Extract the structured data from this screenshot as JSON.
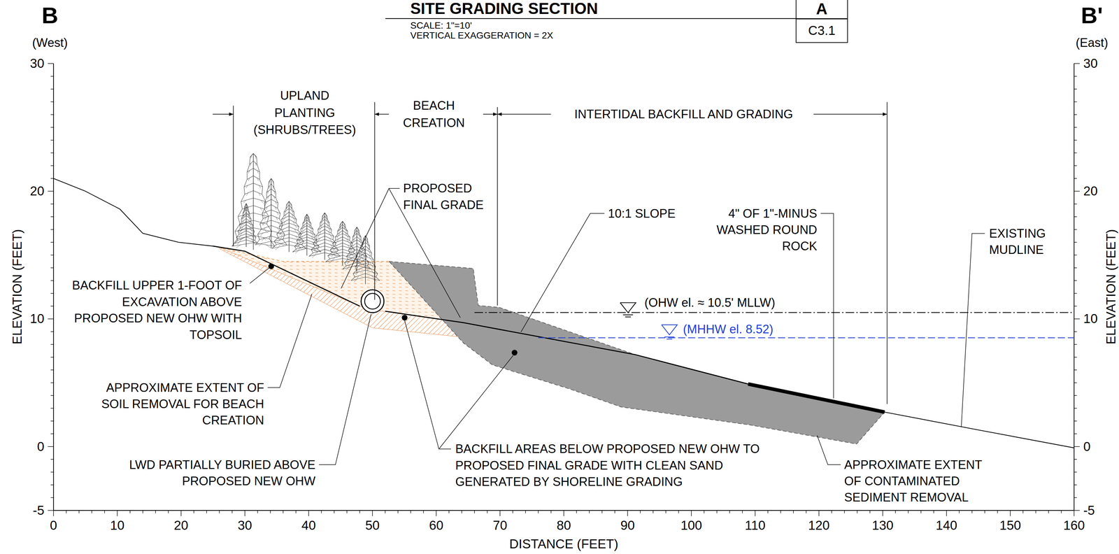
{
  "diagram": {
    "title": "SITE GRADING SECTION",
    "nodes": [
      {
        "text": [
          "A"
        ]
      },
      {
        "text": [
          "C3.1"
        ]
      }
    ],
    "labels": [
      "SCALE: 1\"=10'",
      "VERTICAL EXAGGERATION = 2X",
      "B",
      "(West)",
      "B'",
      "(East)",
      "30",
      "20",
      "10",
      "0",
      "-5",
      "30",
      "20",
      "10",
      "0",
      "-5",
      "ELEVATION (FEET)",
      "ELEVATION (FEET)",
      "0",
      "10",
      "20",
      "30",
      "40",
      "50",
      "60",
      "70",
      "80",
      "90",
      "100",
      "110",
      "120",
      "130",
      "140",
      "150",
      "160",
      "DISTANCE (FEET)",
      "UPLAND PLANTING (SHRUBS/TREES)",
      "BEACH CREATION",
      "INTERTIDAL BACKFILL AND GRADING",
      "PROPOSED FINAL GRADE",
      "10:1 SLOPE",
      "4\" OF 1\"-MINUS WASHED ROUND ROCK",
      "EXISTING MUDLINE",
      "(OHW el. ≈ 10.5' MLLW)",
      "(MHHW el. 8.52)",
      "BACKFILL UPPER 1-FOOT OF EXCAVATION ABOVE PROPOSED NEW OHW WITH TOPSOIL",
      "APPROXIMATE EXTENT OF SOIL REMOVAL FOR BEACH CREATION",
      "LWD PARTIALLY BURIED ABOVE PROPOSED NEW OHW",
      "BACKFILL AREAS BELOW PROPOSED NEW OHW TO PROPOSED FINAL GRADE WITH CLEAN SAND GENERATED BY SHORELINE GRADING",
      "APPROXIMATE EXTENT OF CONTAMINATED SEDIMENT REMOVAL"
    ]
  }
}
